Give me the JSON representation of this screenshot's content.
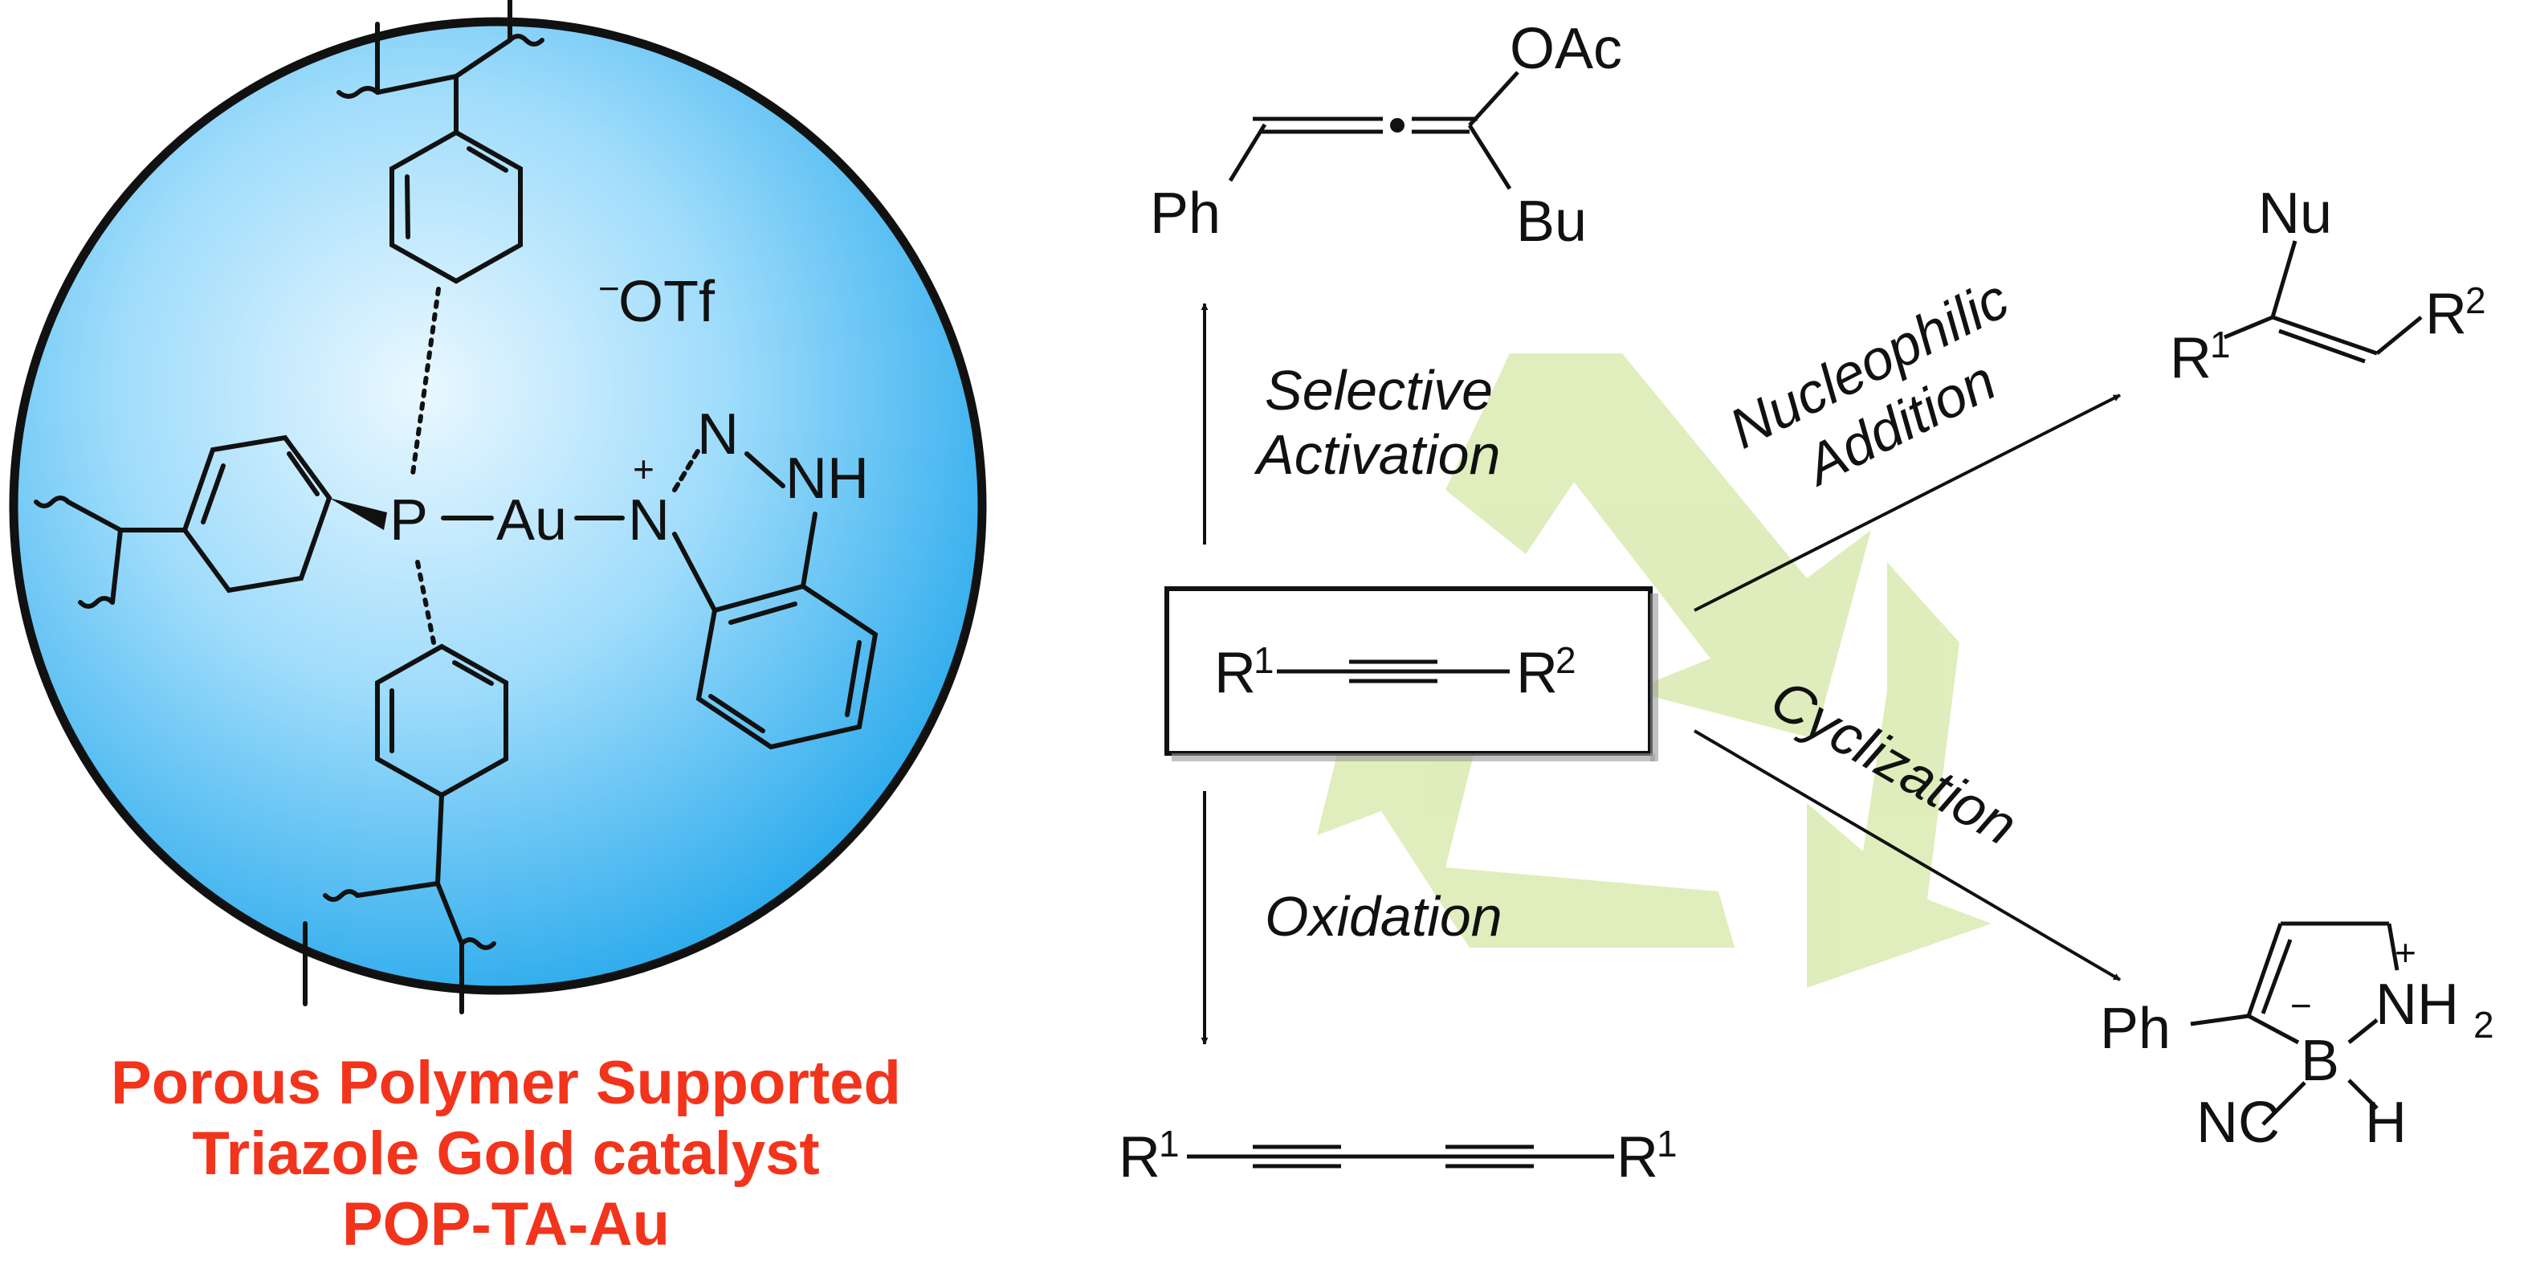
{
  "catalyst": {
    "counterion": "OTf",
    "counterion_charge": "−",
    "phosphorus": "P",
    "gold": "Au",
    "triazole_n_plus": "N",
    "triazole_n": "N",
    "triazole_nh": "NH",
    "plus": "+"
  },
  "caption": {
    "line1": "Porous Polymer Supported",
    "line2": "Triazole Gold catalyst",
    "line3": "POP-TA-Au"
  },
  "center": {
    "r1": "R",
    "r1_sup": "1",
    "r2": "R",
    "r2_sup": "2"
  },
  "top_product": {
    "oac": "OAc",
    "ph": "Ph",
    "bu": "Bu"
  },
  "labels": {
    "selective": "Selective",
    "activation": "Activation",
    "oxidation": "Oxidation",
    "nucleophilic": "Nucleophilic",
    "addition": "Addition",
    "cyclization": "Cyclization"
  },
  "right_top_product": {
    "nu": "Nu",
    "r1": "R",
    "r1_sup": "1",
    "r2": "R",
    "r2_sup": "2"
  },
  "bottom_product": {
    "r1_left": "R",
    "r1_left_sup": "1",
    "r1_right": "R",
    "r1_right_sup": "1"
  },
  "right_bottom_product": {
    "ph": "Ph",
    "b": "B",
    "minus": "−",
    "nh": "NH",
    "nh_sub": "2",
    "plus": "+",
    "nc": "NC",
    "h": "H"
  },
  "colors": {
    "sphere_light": "#eaf8ff",
    "sphere_dark": "#1aa3ea",
    "caption_red": "#f2341c",
    "recycle_green": "#d9ebb0"
  }
}
